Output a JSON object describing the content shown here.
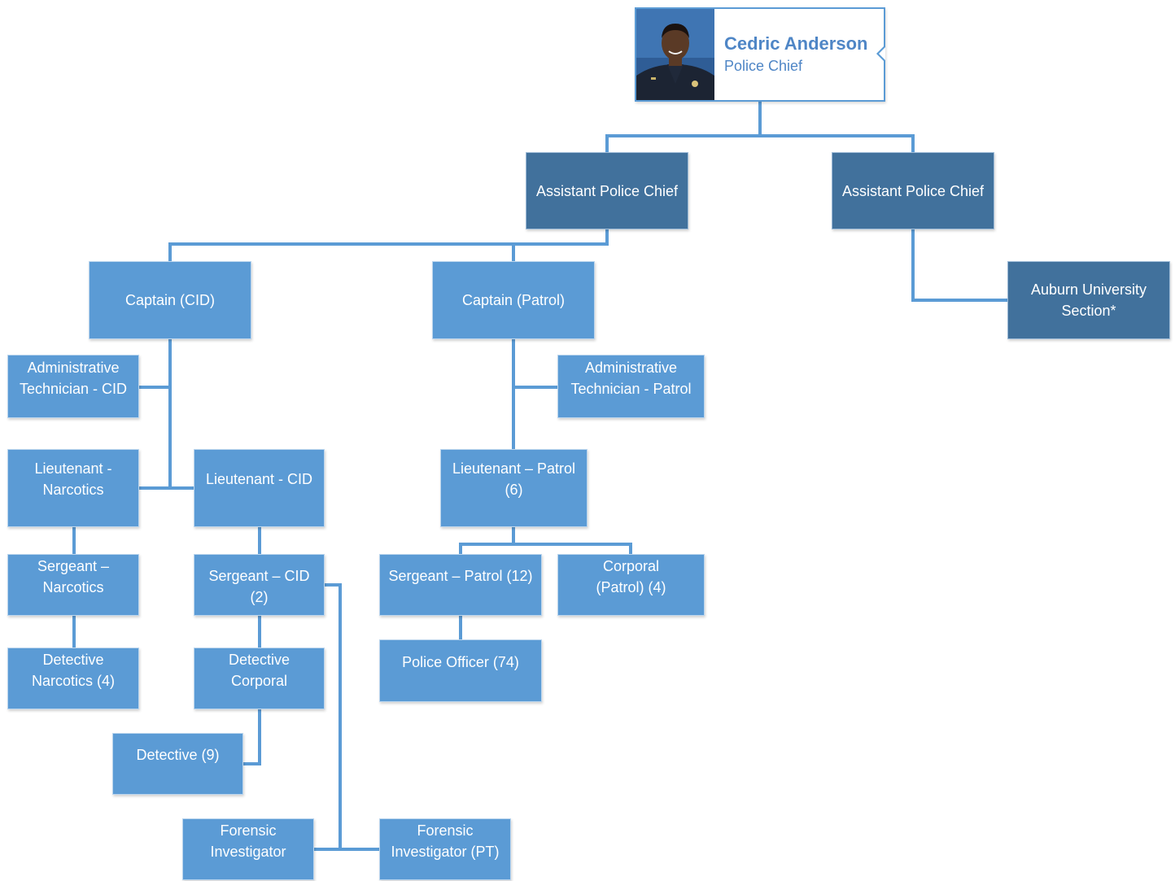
{
  "chief": {
    "name": "Cedric Anderson",
    "title": "Police Chief"
  },
  "nodes": {
    "asst_chief_left": "Assistant Police Chief",
    "asst_chief_right": "Assistant Police Chief",
    "auburn": "Auburn University\nSection*",
    "captain_cid": "Captain (CID)",
    "captain_patrol": "Captain (Patrol)",
    "admin_tech_cid": "Administrative\nTechnician - CID",
    "admin_tech_patrol": "Administrative\nTechnician - Patrol",
    "lt_narcotics": "Lieutenant -\nNarcotics",
    "lt_cid": "Lieutenant - CID",
    "lt_patrol": "Lieutenant – Patrol\n(6)",
    "sgt_narcotics": "Sergeant –\nNarcotics",
    "sgt_cid": "Sergeant – CID (2)",
    "sgt_patrol": "Sergeant – Patrol (12)",
    "corporal_patrol": "Corporal\n(Patrol) (4)",
    "det_narcotics": "Detective\nNarcotics (4)",
    "det_corporal": "Detective\nCorporal",
    "police_officer": "Police Officer (74)",
    "detective": "Detective (9)",
    "forensic": "Forensic\nInvestigator",
    "forensic_pt": "Forensic\nInvestigator (PT)"
  },
  "colors": {
    "node": "#5b9bd5",
    "node_dark": "#41719c",
    "connector": "#5b9bd5",
    "chief_text": "#4f86c6"
  }
}
